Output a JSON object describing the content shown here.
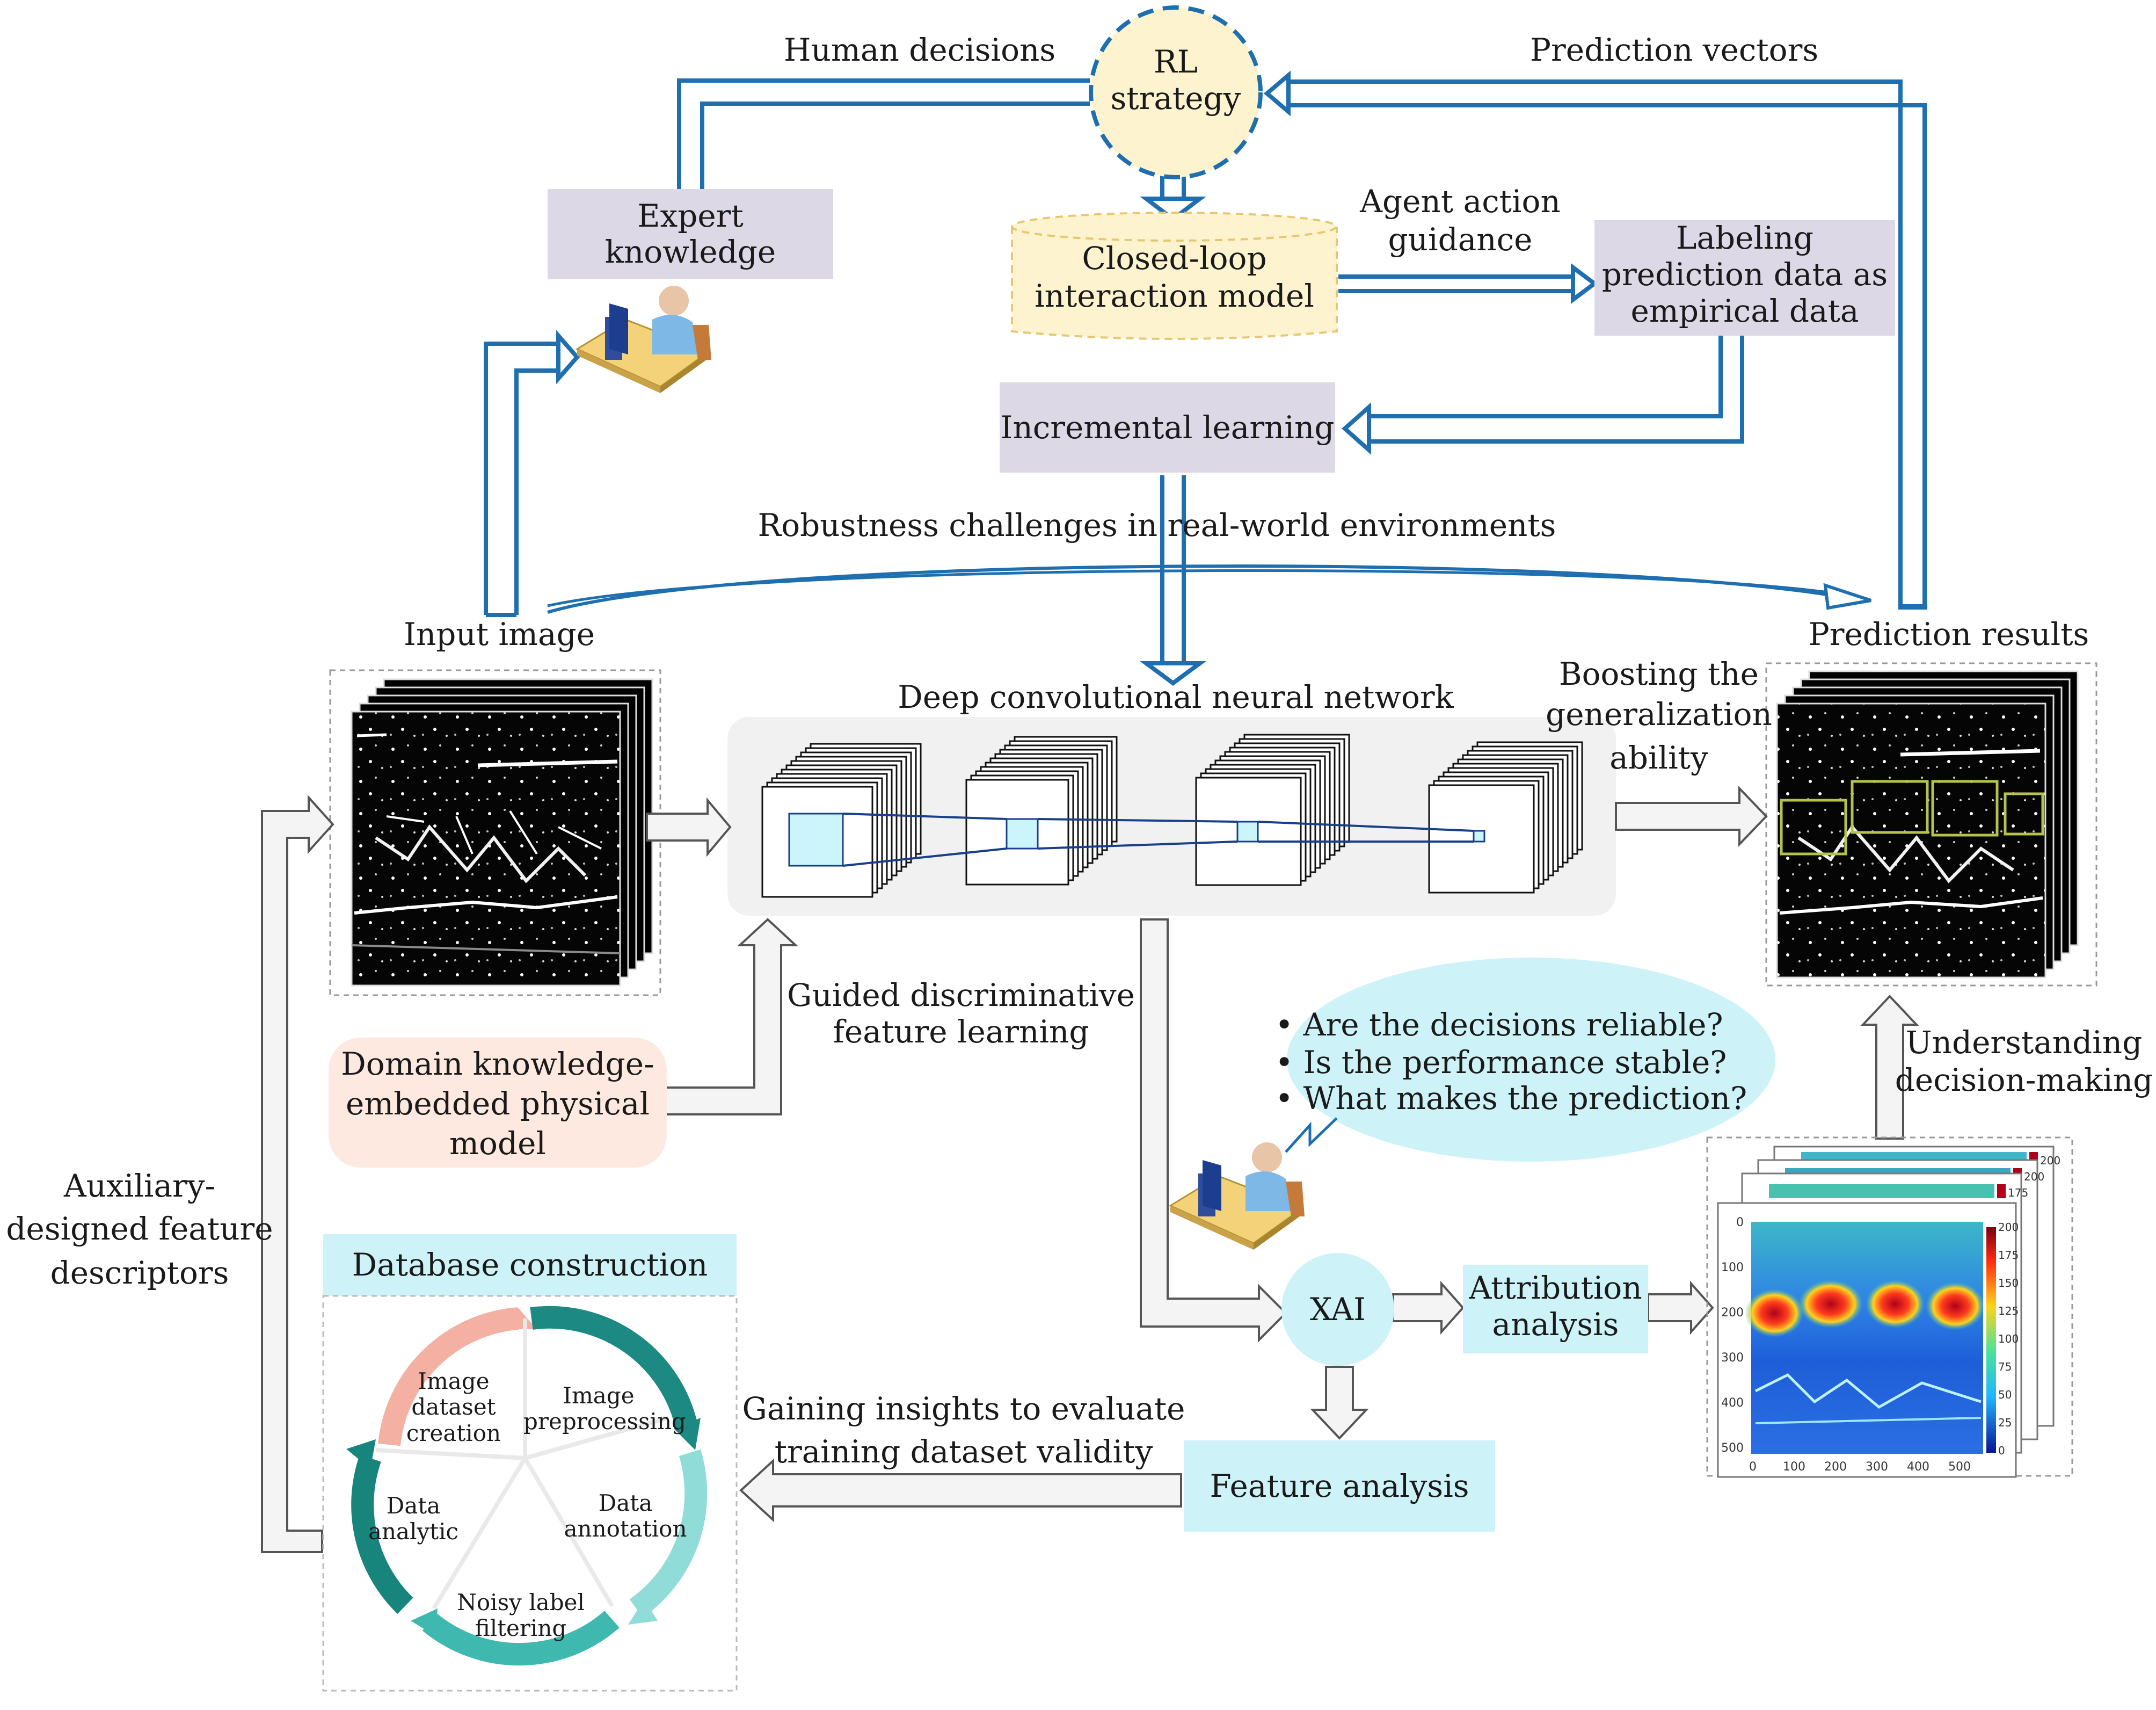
{
  "rl": {
    "line1": "RL",
    "line2": "strategy"
  },
  "labels": {
    "human_decisions": "Human decisions",
    "prediction_vectors": "Prediction vectors",
    "agent_action_1": "Agent action",
    "agent_action_2": "guidance",
    "robustness": "Robustness challenges in real-world environments",
    "input_image": "Input image",
    "prediction_results": "Prediction results",
    "dcnn": "Deep convolutional neural network",
    "boosting_1": "Boosting the",
    "boosting_2": "generalization",
    "boosting_3": "ability",
    "guided_1": "Guided discriminative",
    "guided_2": "feature learning",
    "understanding_1": "Understanding",
    "understanding_2": "decision-making",
    "auxiliary_1": "Auxiliary-",
    "auxiliary_2": "designed feature",
    "auxiliary_3": "descriptors",
    "gaining_1": "Gaining insights to evaluate",
    "gaining_2": "training dataset validity"
  },
  "boxes": {
    "expert_knowledge": "Expert knowledge",
    "closed_loop_1": "Closed-loop",
    "closed_loop_2": "interaction model",
    "labeling_1": "Labeling",
    "labeling_2": "prediction data as",
    "labeling_3": "empirical data",
    "incremental": "Incremental learning",
    "domain_1": "Domain knowledge-",
    "domain_2": "embedded physical",
    "domain_3": "model",
    "database": "Database construction",
    "xai": "XAI",
    "attribution_1": "Attribution",
    "attribution_2": "analysis",
    "feature_analysis": "Feature analysis"
  },
  "questions": [
    "• Are the decisions reliable?",
    "• Is the performance stable?",
    "• What makes the prediction?"
  ],
  "cycle": [
    {
      "l1": "Image",
      "l2": "dataset",
      "l3": "creation"
    },
    {
      "l1": "Image",
      "l2": "preprocessing",
      "l3": ""
    },
    {
      "l1": "Data",
      "l2": "annotation",
      "l3": ""
    },
    {
      "l1": "Noisy label",
      "l2": "filtering",
      "l3": ""
    },
    {
      "l1": "Data",
      "l2": "analytic",
      "l3": ""
    }
  ],
  "heatmap": {
    "x_ticks": [
      "0",
      "100",
      "200",
      "300",
      "400",
      "500"
    ],
    "y_ticks": [
      "0",
      "100",
      "200",
      "300",
      "400",
      "500"
    ],
    "colorbar_ticks": [
      "200",
      "175",
      "150",
      "125",
      "100",
      "75",
      "50",
      "25",
      "0"
    ],
    "back_ticks": [
      "200",
      "200",
      "175"
    ]
  },
  "colors": {
    "flow_blue": "#1f6fb0",
    "lavender": "#dcd8e6",
    "cyan": "#cdf3f8",
    "yellow": "#fdf4cf",
    "peach": "#fde9df",
    "teal": "#1e9a94"
  }
}
